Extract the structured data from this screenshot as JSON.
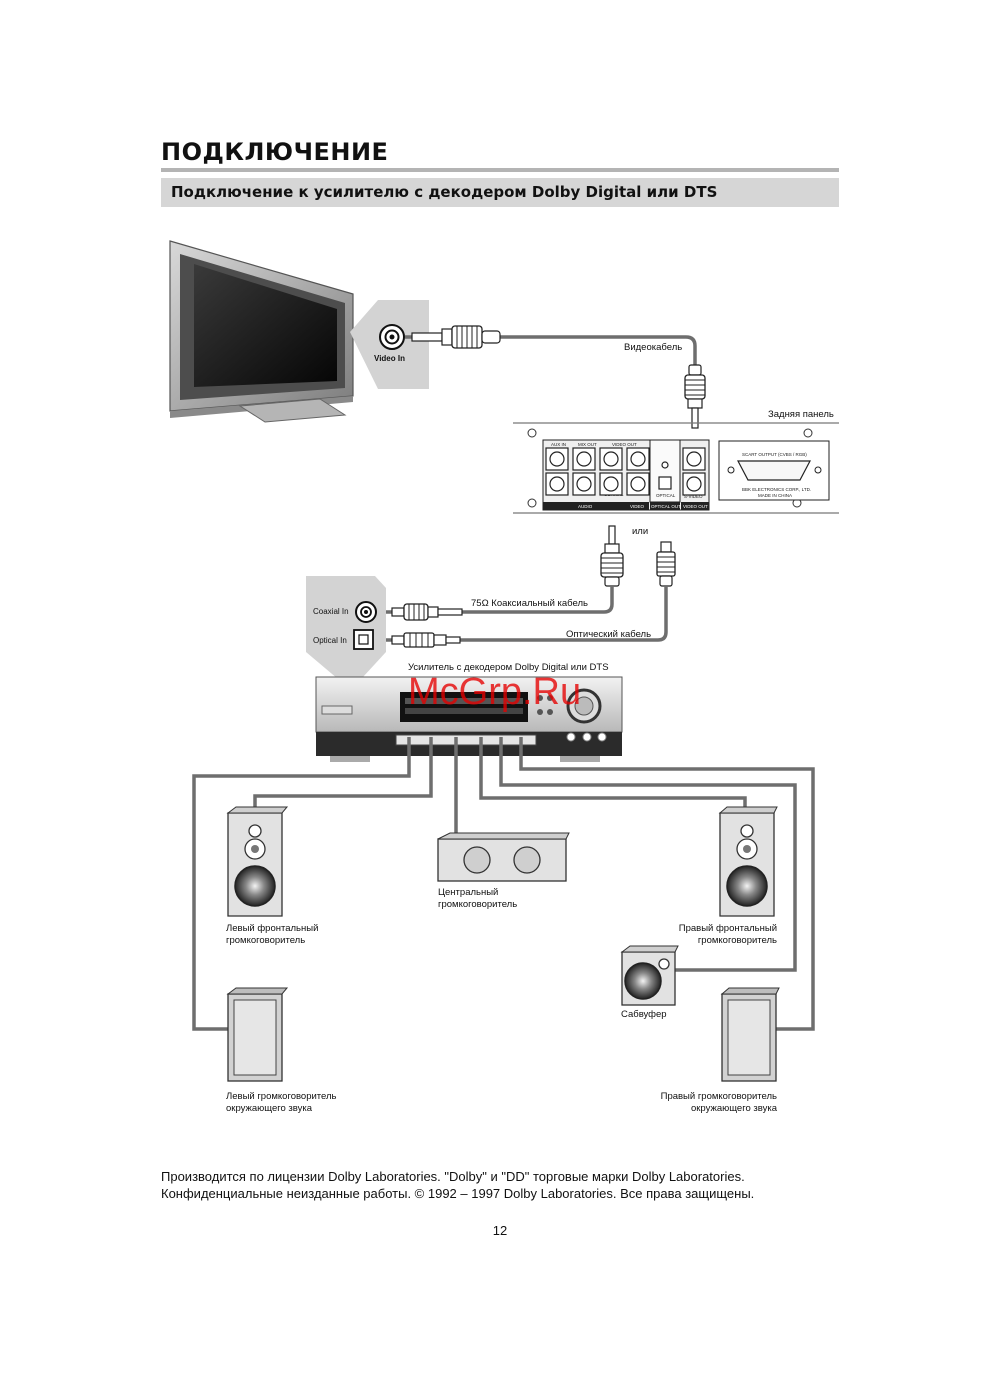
{
  "page": {
    "title": "ПОДКЛЮЧЕНИЕ",
    "section_title": "Подключение к усилителю с декодером Dolby Digital или DTS",
    "page_number": "12"
  },
  "diagram": {
    "video_in": "Video In",
    "video_cable": "Видеокабель",
    "rear_panel": "Задняя панель",
    "or": "или",
    "coaxial_in": "Coaxial In",
    "optical_in": "Optical In",
    "coax_cable": "75Ω  Коаксиальный кабель",
    "optical_cable": "Оптический кабель",
    "amplifier": "Усилитель с декодером Dolby Digital или DTS",
    "watermark": "McGrp.Ru",
    "panel": {
      "aux_in": "AUX IN",
      "mix_out": "MIX OUT",
      "video_out_top": "VIDEO OUT",
      "audio": "AUDIO",
      "video": "VIDEO",
      "optical_out": "OPTICAL OUT",
      "video_out_bottom": "VIDEO OUT",
      "coaxial": "COAXIAL",
      "optical": "OPTICAL",
      "svideo": "S-VIDEO",
      "scart": "SCART OUTPUT (CVBS / RGB)",
      "maker_1": "BBK ELECTRONICS CORP., LTD.",
      "maker_2": "MADE IN CHINA"
    },
    "speakers": {
      "center_1": "Центральный",
      "center_2": "громкоговоритель",
      "left_front_1": "Левый фронтальный",
      "left_front_2": "громкоговоритель",
      "right_front_1": "Правый фронтальный",
      "right_front_2": "громкоговоритель",
      "subwoofer": "Сабвуфер",
      "left_surround_1": "Левый громкоговоритель",
      "left_surround_2": "окружающего звука",
      "right_surround_1": "Правый громкоговоритель",
      "right_surround_2": "окружающего звука"
    }
  },
  "footer": {
    "line1": "Производится по лицензии Dolby Laboratories. \"Dolby\" и \"DD\" торговые марки Dolby Laboratories.",
    "line2": "Конфиденциальные неизданные работы. © 1992 – 1997 Dolby Laboratories. Все права защищены."
  }
}
